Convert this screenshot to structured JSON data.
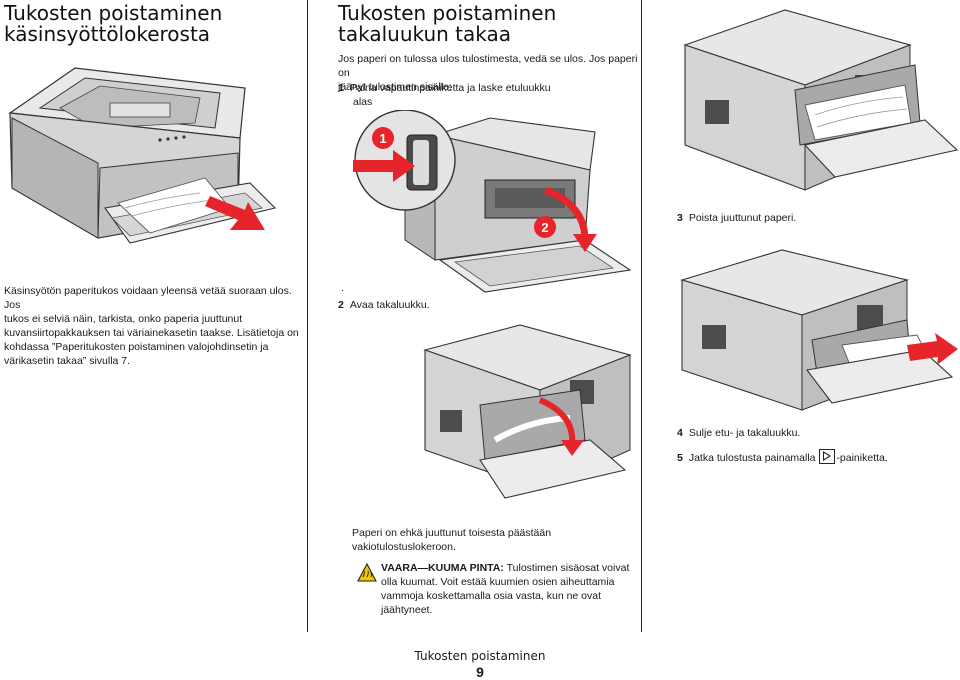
{
  "left": {
    "title_line1": "Tukosten poistaminen",
    "title_line2": "käsinsyöttölokerosta",
    "paragraph_lines": [
      "Käsinsyötön paperitukos voidaan yleensä vetää suoraan ulos. Jos",
      "tukos ei selviä näin, tarkista, onko paperia juuttunut",
      "kuvansiirtopakkauksen tai väriainekasetin taakse. Lisätietoja on",
      "kohdassa ”Paperitukosten poistaminen valojohdinsetin ja",
      "värikasetin takaa” sivulla 7."
    ]
  },
  "middle": {
    "title_line1": "Tukosten poistaminen",
    "title_line2": "takaluukun takaa",
    "intro_lines": [
      "Jos paperi on tulossa ulos tulostimesta, vedä se ulos. Jos paperi on",
      "jäänyt tulostimen sisälle:"
    ],
    "step1_number": "1",
    "step1_lines": [
      "Paina vapautinpainiketta ja laske etuluukku",
      "alas"
    ],
    "callout1": "1",
    "callout2": "2",
    "stray_dot": ".",
    "step2_number": "2",
    "step2_text": "Avaa takaluukku.",
    "note_lines": [
      "Paperi on ehkä juuttunut toisesta päästään",
      "vakiotulostuslokeroon."
    ],
    "warning_label": "VAARA—KUUMA PINTA:",
    "warning_first": " Tulostimen sisäosat voivat",
    "warning_lines": [
      "olla kuumat. Voit estää kuumien osien aiheuttamia",
      "vammoja koskettamalla osia vasta, kun ne ovat",
      "jäähtyneet."
    ]
  },
  "right": {
    "step3_number": "3",
    "step3_text": "Poista juuttunut paperi.",
    "step4_number": "4",
    "step4_text": "Sulje etu- ja takaluukku.",
    "step5_number": "5",
    "step5_before": "Jatka tulostusta painamalla",
    "step5_after": "-painiketta.",
    "step5_icon": "play-button-icon"
  },
  "footer": {
    "title": "Tukosten poistaminen",
    "page_number": "9"
  },
  "colors": {
    "printer_body": "#dcdcdc",
    "printer_dark": "#7a7a7a",
    "callout_red": "#e8242b",
    "arrow_red": "#e8242b",
    "warning_yellow": "#f2c600"
  }
}
